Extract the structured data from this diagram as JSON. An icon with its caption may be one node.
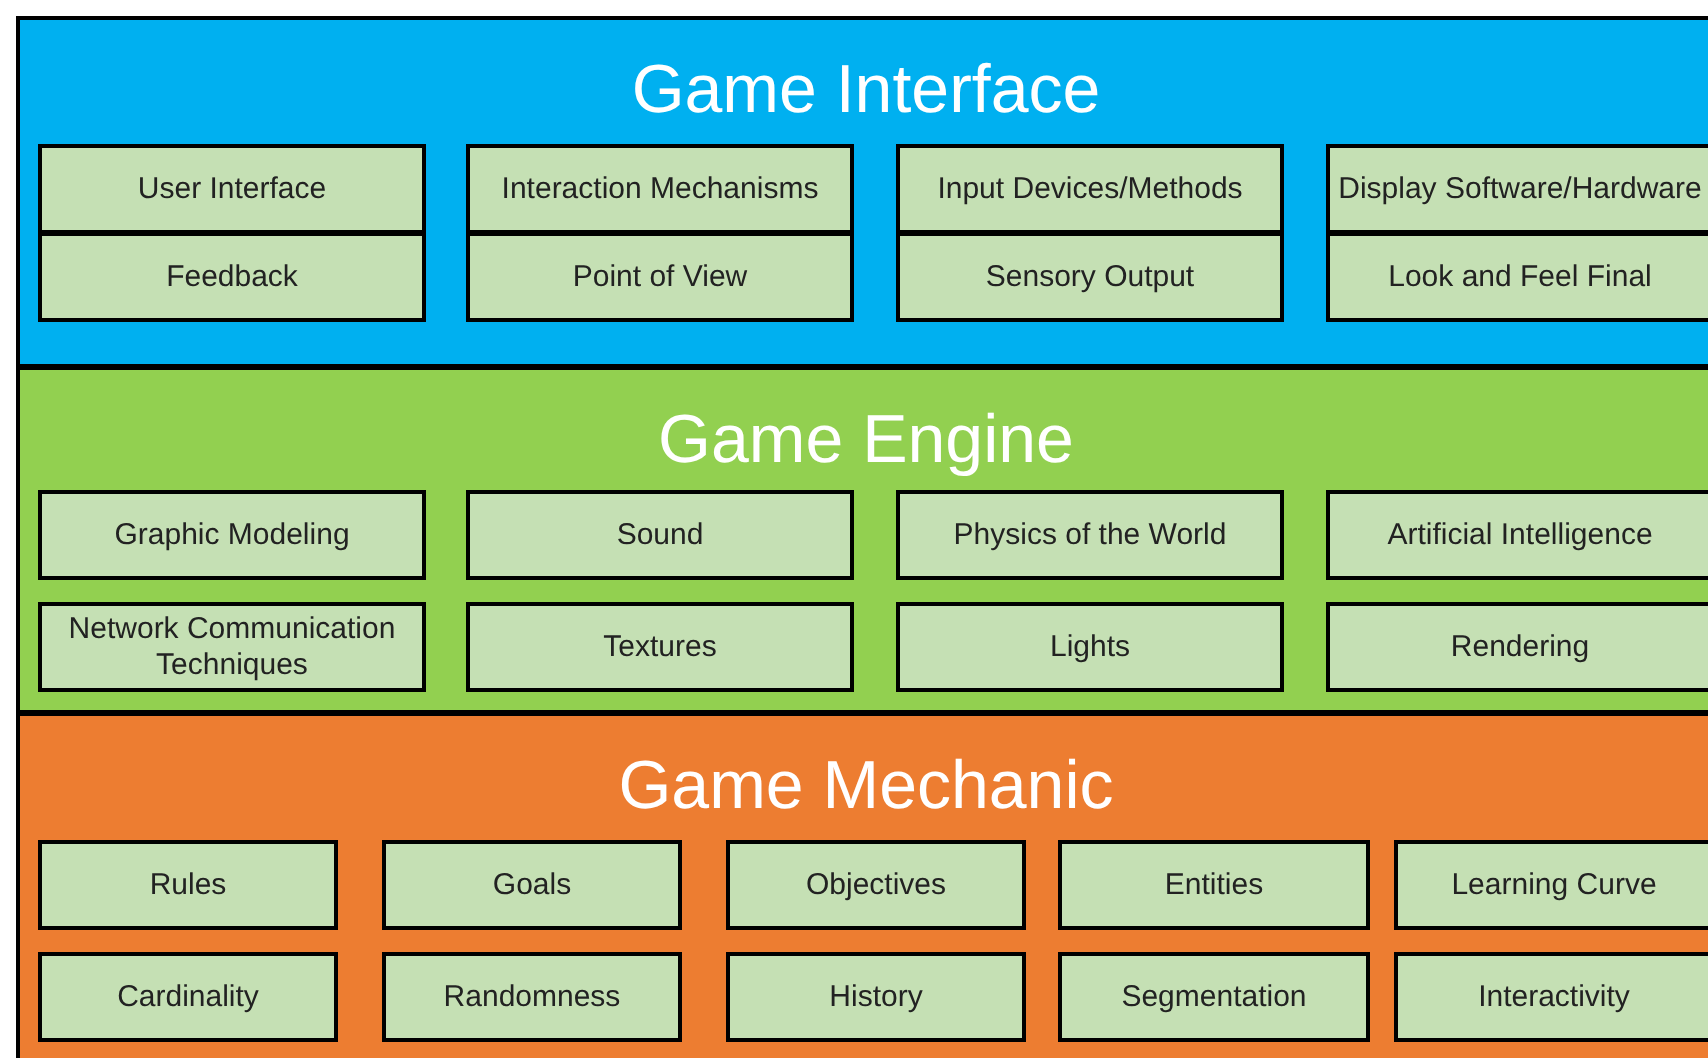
{
  "diagram": {
    "nodes": [
      {
        "text": [
          "Game Interface"
        ]
      },
      {
        "text": [
          "User Interface"
        ],
        "in": 0
      },
      {
        "text": [
          "Interaction Mechanisms"
        ],
        "in": 0
      },
      {
        "text": [
          "Input Devices/Methods"
        ],
        "in": 0
      },
      {
        "text": [
          "Display Software/Hardware"
        ],
        "in": 0
      },
      {
        "text": [
          "Feedback"
        ],
        "in": 0
      },
      {
        "text": [
          "Point of View"
        ],
        "in": 0
      },
      {
        "text": [
          "Sensory Output"
        ],
        "in": 0
      },
      {
        "text": [
          "Look and Feel Final"
        ],
        "in": 0
      },
      {
        "text": [
          "Game Engine"
        ]
      },
      {
        "text": [
          "Graphic Modeling"
        ],
        "in": 9
      },
      {
        "text": [
          "Sound"
        ],
        "in": 9
      },
      {
        "text": [
          "Physics of the World"
        ],
        "in": 9
      },
      {
        "text": [
          "Artificial Intelligence"
        ],
        "in": 9
      },
      {
        "text": [
          "Network Communication Techniques"
        ],
        "in": 9
      },
      {
        "text": [
          "Textures"
        ],
        "in": 9
      },
      {
        "text": [
          "Lights"
        ],
        "in": 9
      },
      {
        "text": [
          "Rendering"
        ],
        "in": 9
      },
      {
        "text": [
          "Game Mechanic"
        ]
      },
      {
        "text": [
          "Rules"
        ],
        "in": 18
      },
      {
        "text": [
          "Goals"
        ],
        "in": 18
      },
      {
        "text": [
          "Objectives"
        ],
        "in": 18
      },
      {
        "text": [
          "Entities"
        ],
        "in": 18
      },
      {
        "text": [
          "Learning Curve"
        ],
        "in": 18
      },
      {
        "text": [
          "Cardinality"
        ],
        "in": 18
      },
      {
        "text": [
          "Randomness"
        ],
        "in": 18
      },
      {
        "text": [
          "History"
        ],
        "in": 18
      },
      {
        "text": [
          "Segmentation"
        ],
        "in": 18
      },
      {
        "text": [
          "Interactivity"
        ],
        "in": 18
      }
    ]
  }
}
